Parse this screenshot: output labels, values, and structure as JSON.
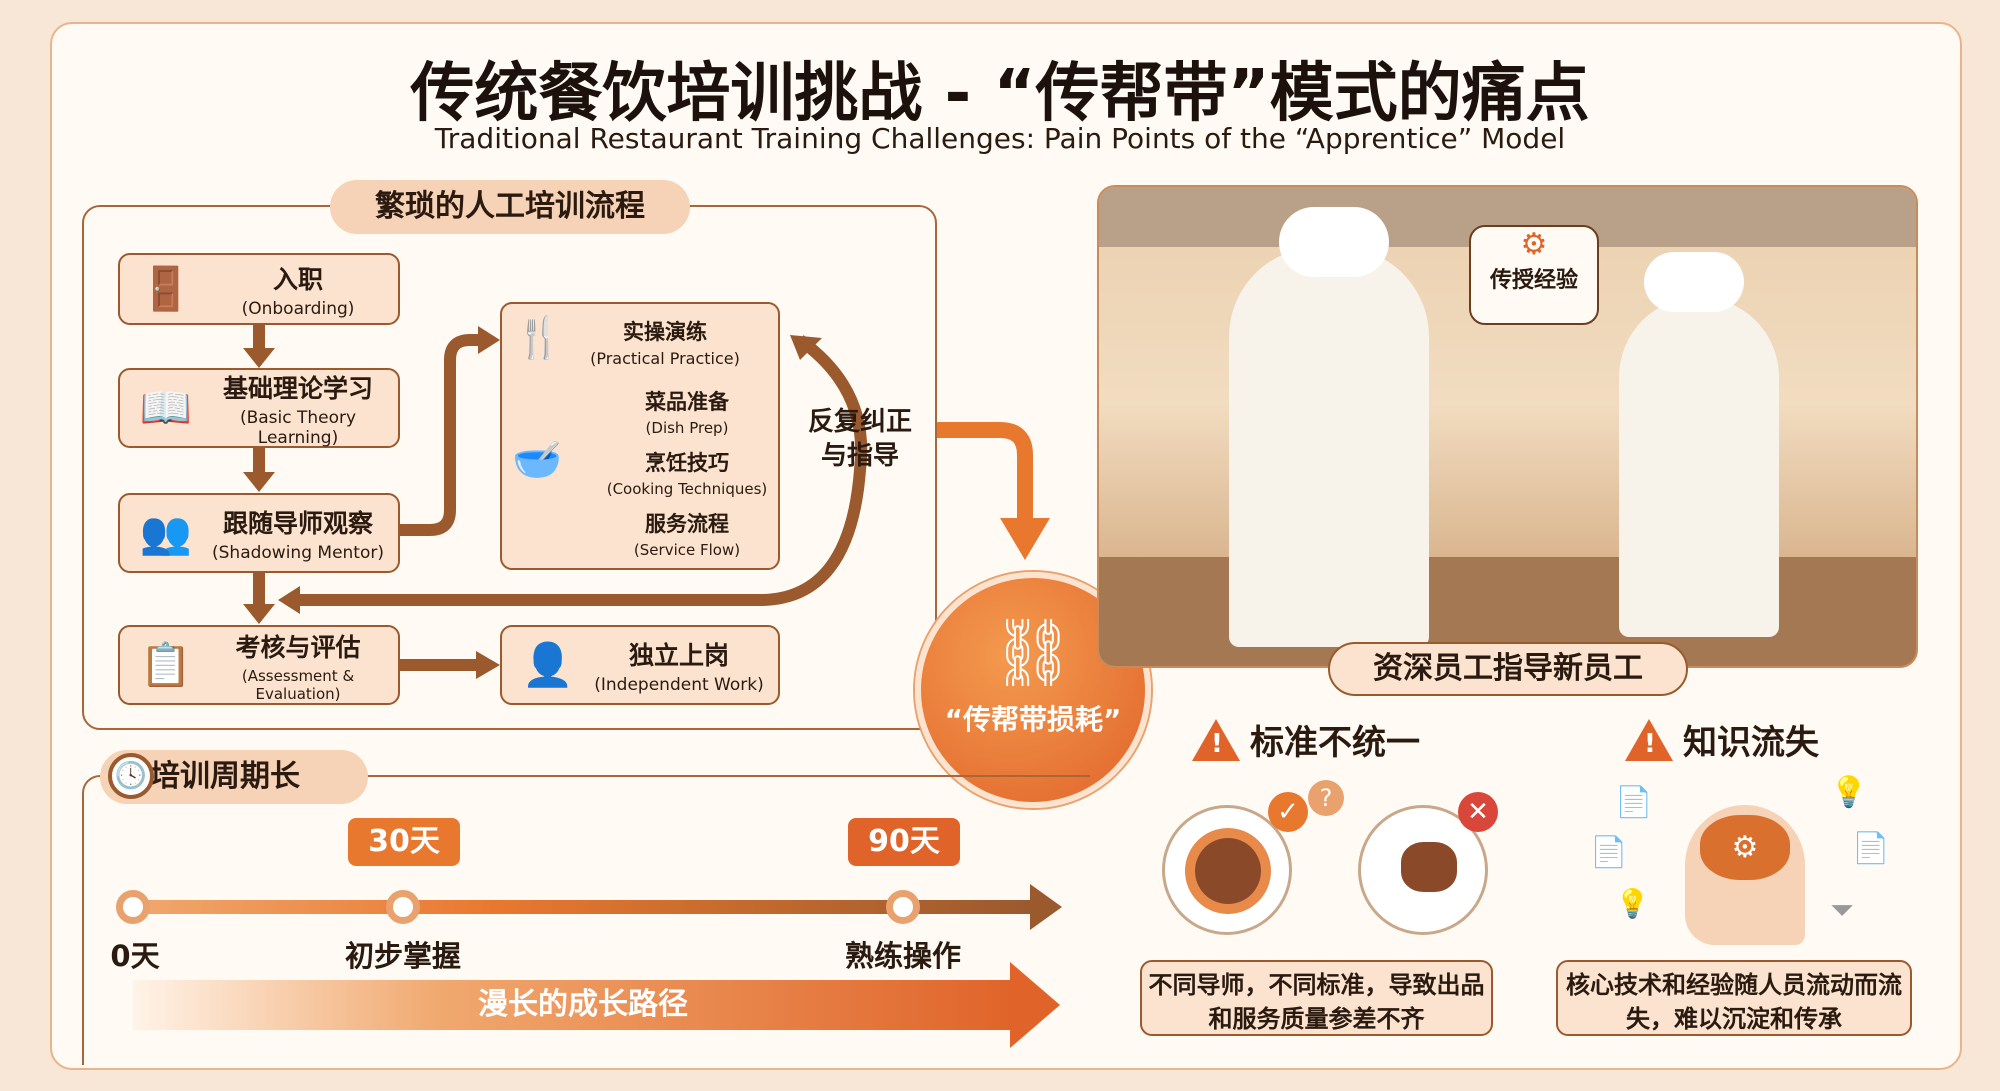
{
  "title": "传统餐饮培训挑战 - “传帮带”模式的痛点",
  "subtitle": "Traditional Restaurant Training Challenges: Pain Points of the “Apprentice” Model",
  "process": {
    "header": "繁琐的人工培训流程",
    "steps": [
      {
        "zh": "入职",
        "en": "(Onboarding)",
        "icon": "door-exit-icon"
      },
      {
        "zh": "基础理论学习",
        "en": "(Basic Theory Learning)",
        "icon": "open-book-icon"
      },
      {
        "zh": "跟随导师观察",
        "en": "(Shadowing Mentor)",
        "icon": "mentor-icon"
      },
      {
        "zh": "考核与评估",
        "en": "(Assessment & Evaluation)",
        "icon": "clipboard-check-icon"
      }
    ],
    "practice": {
      "zh": "实操演练",
      "en": "(Practical Practice)",
      "icon": "utensils-icon",
      "items": [
        {
          "zh": "菜品准备",
          "en": "(Dish Prep)"
        },
        {
          "zh": "烹饪技巧",
          "en": "(Cooking Techniques)"
        },
        {
          "zh": "服务流程",
          "en": "(Service Flow)"
        }
      ]
    },
    "independent": {
      "zh": "独立上岗",
      "en": "(Independent Work)",
      "icon": "worker-icon"
    },
    "loop_label": "反复纠正与指导"
  },
  "center": {
    "label": "“传帮带损耗”",
    "icon": "broken-chain-icon"
  },
  "photo": {
    "speech": "传授经验",
    "caption": "资深员工指导新员工"
  },
  "timeline": {
    "header": "培训周期长",
    "markers": [
      {
        "day": "0天",
        "label": ""
      },
      {
        "day": "30天",
        "label": "初步掌握"
      },
      {
        "day": "90天",
        "label": "熟练操作"
      }
    ],
    "start_label": "0天",
    "path_label": "漫长的成长路径"
  },
  "issues": [
    {
      "title": "标准不统一",
      "text": "不同导师，不同标准，导致出品和服务质量参差不齐"
    },
    {
      "title": "知识流失",
      "text": "核心技术和经验随人员流动而流失，难以沉淀和传承"
    }
  ],
  "colors": {
    "accent": "#e9782f",
    "brown": "#9a5a2e",
    "cream": "#fbe3cf"
  }
}
